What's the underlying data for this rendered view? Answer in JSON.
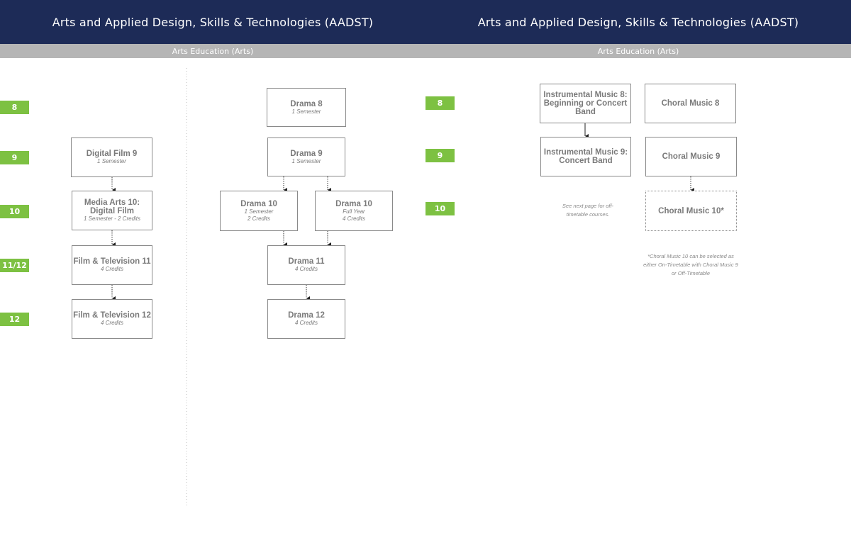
{
  "header": {
    "left_title": "Arts and Applied Design, Skills & Technologies (AADST)",
    "right_title": "Arts and Applied Design, Skills & Technologies (AADST)",
    "left_subtitle": "Arts Education (Arts)",
    "right_subtitle": "Arts Education (Arts)"
  },
  "colors": {
    "banner": "#1d2b57",
    "subbar": "#b5b5b5",
    "grade_tag": "#7dc142",
    "box_border": "#8a8a8a",
    "box_text": "#7a7a7a"
  },
  "left_grades": [
    "8",
    "9",
    "10",
    "11/12",
    "12"
  ],
  "right_grades": [
    "8",
    "9",
    "10"
  ],
  "film": {
    "digital_film_9": {
      "title": "Digital Film 9",
      "sub": "1 Semester"
    },
    "media_arts_10": {
      "title": "Media Arts 10: Digital Film",
      "sub": "1 Semester - 2 Credits"
    },
    "film_tv_11": {
      "title": "Film & Television 11",
      "sub": "4 Credits"
    },
    "film_tv_12": {
      "title": "Film & Television 12",
      "sub": "4 Credits"
    }
  },
  "drama": {
    "drama_8": {
      "title": "Drama 8",
      "sub": "1 Semester"
    },
    "drama_9": {
      "title": "Drama 9",
      "sub": "1 Semester"
    },
    "drama_10a": {
      "title": "Drama  10",
      "sub1": "1 Semester",
      "sub2": "2 Credits"
    },
    "drama_10b": {
      "title": "Drama  10",
      "sub1": "Full Year",
      "sub2": "4 Credits"
    },
    "drama_11": {
      "title": "Drama 11",
      "sub": "4 Credits"
    },
    "drama_12": {
      "title": "Drama 12",
      "sub": "4 Credits"
    }
  },
  "music": {
    "instr_8": "Instrumental Music 8: Beginning or Concert Band",
    "instr_9": "Instrumental Music 9: Concert Band",
    "choral_8": "Choral Music 8",
    "choral_9": "Choral Music 9",
    "choral_10": "Choral Music 10*",
    "see_next": "See next page for off-timetable courses.",
    "choral_note": "*Choral Music 10 can be selected as either On-Timetable with Choral Music 9 or Off-Timetable"
  }
}
